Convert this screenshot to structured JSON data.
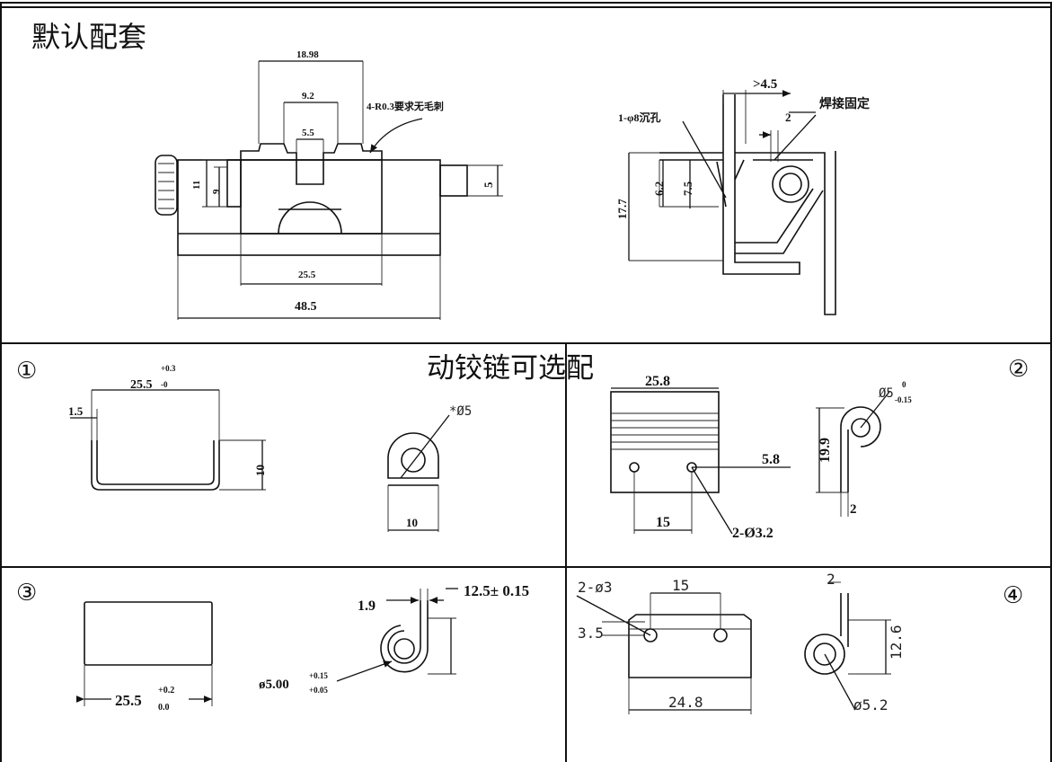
{
  "top_title": "默认配套",
  "mid_title": "动铰链可选配",
  "default_set": {
    "dims": {
      "w_top": "18.98",
      "w_mid": "9.2",
      "w_slot": "5.5",
      "note": "4-R0.3要求无毛刺",
      "h11": "11",
      "h9": "9",
      "h5": "5",
      "w_inner": "25.5",
      "w_total": "48.5"
    },
    "side": {
      "d45": ">4.5",
      "d2": "2",
      "hole": "1-φ8沉孔",
      "weld": "焊接固定",
      "h177": "17.7",
      "h62": "6.2",
      "h75": "7.5"
    }
  },
  "options": [
    {
      "index": "①",
      "dims": {
        "w": "25.5",
        "tol_up": "+0.3",
        "tol_dn": "-0",
        "t": "1.5",
        "h": "10",
        "hole": "*Ø5",
        "base": "10"
      }
    },
    {
      "index": "②",
      "dims": {
        "w": "25.8",
        "d58": "5.8",
        "pitch": "15",
        "holes": "2-Ø3.2",
        "h": "19.9",
        "hole": "Ø5",
        "tol_up": "0",
        "tol_dn": "-0.15",
        "t": "2"
      }
    },
    {
      "index": "③",
      "dims": {
        "w": "25.5",
        "tol_up": "+0.2",
        "tol_dn": "0.0",
        "t": "1.9",
        "len": "12.5± 0.15",
        "hole": "ø5.00",
        "hole_up": "+0.15",
        "hole_dn": "+0.05"
      }
    },
    {
      "index": "④",
      "dims": {
        "holes": "2-ø3",
        "pitch": "15",
        "edge": "3.5",
        "w": "24.8",
        "t": "2",
        "h": "12.6",
        "hole": "ø5.2"
      }
    }
  ]
}
